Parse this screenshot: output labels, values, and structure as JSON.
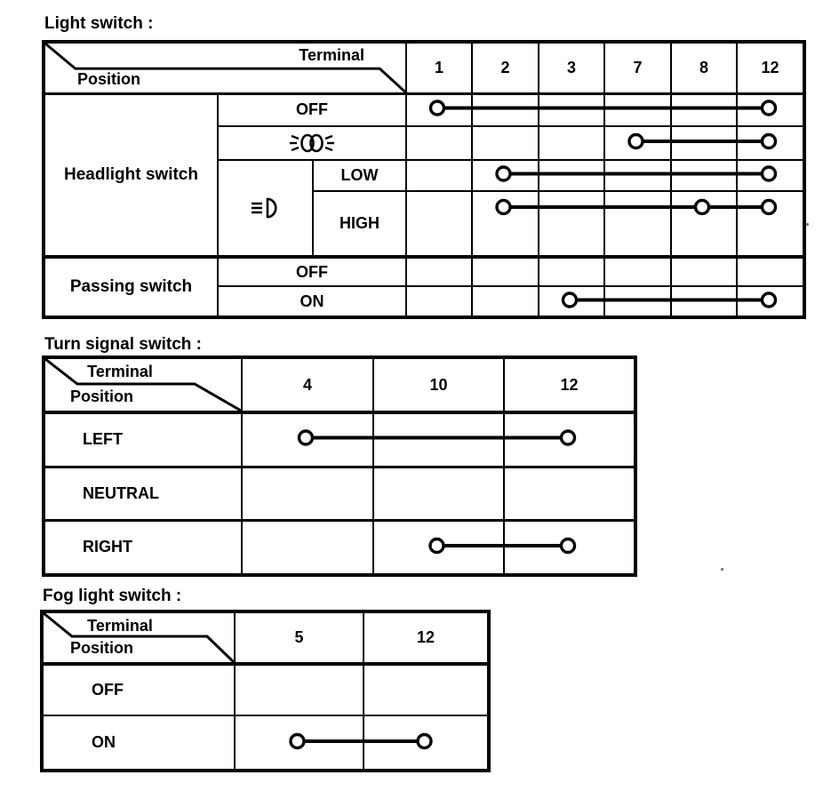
{
  "meta": {
    "ink": "#000000",
    "paper": "#ffffff"
  },
  "tables": [
    {
      "id": "light-switch",
      "title": "Light switch :",
      "corner": {
        "terminal": "Terminal",
        "position": "Position"
      },
      "terminals": [
        "1",
        "2",
        "3",
        "7",
        "8",
        "12"
      ],
      "groups": {
        "headlight": "Headlight switch",
        "passing": "Passing switch"
      },
      "positions": {
        "hl_off": "OFF",
        "hl_low": "LOW",
        "hl_high": "HIGH",
        "pass_off": "OFF",
        "pass_on": "ON"
      },
      "icons": {
        "parking": "position-lamp-icon",
        "beam": "headlight-icon"
      },
      "connections": [
        {
          "row": "hl-off",
          "terminals": [
            "1",
            "12"
          ]
        },
        {
          "row": "hl-parking",
          "terminals": [
            "7",
            "12"
          ]
        },
        {
          "row": "hl-low",
          "terminals": [
            "2",
            "12"
          ]
        },
        {
          "row": "hl-high",
          "terminals": [
            "2",
            "8",
            "12"
          ],
          "y_frac": 0.27
        },
        {
          "row": "pass-on",
          "terminals": [
            "3",
            "12"
          ]
        }
      ]
    },
    {
      "id": "turn-signal-switch",
      "title": "Turn signal switch :",
      "corner": {
        "terminal": "Terminal",
        "position": "Position"
      },
      "terminals": [
        "4",
        "10",
        "12"
      ],
      "positions": {
        "left": "LEFT",
        "neutral": "NEUTRAL",
        "right": "RIGHT"
      },
      "connections": [
        {
          "row": "left",
          "terminals": [
            "4",
            "12"
          ]
        },
        {
          "row": "right",
          "terminals": [
            "10",
            "12"
          ]
        }
      ]
    },
    {
      "id": "fog-light-switch",
      "title": "Fog light switch :",
      "corner": {
        "terminal": "Terminal",
        "position": "Position"
      },
      "terminals": [
        "5",
        "12"
      ],
      "positions": {
        "off": "OFF",
        "on": "ON"
      },
      "connections": [
        {
          "row": "fog-on",
          "terminals": [
            "5",
            "12"
          ]
        }
      ]
    }
  ]
}
